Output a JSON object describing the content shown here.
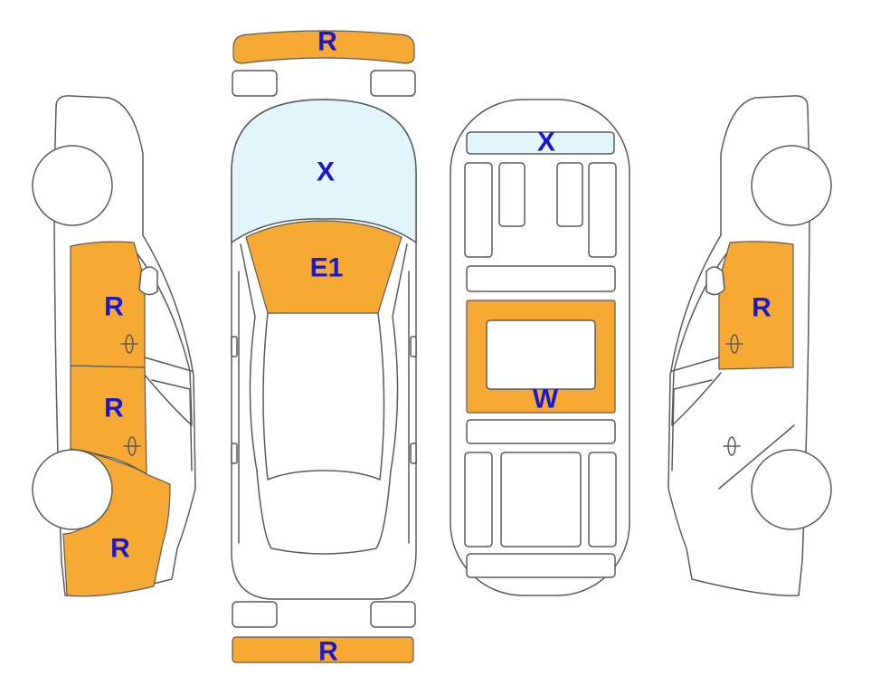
{
  "colors": {
    "damage_fill": "#F6A933",
    "glass_fill": "#E1F5FB",
    "label_color": "#1A1ACC",
    "outline": "#5A5A5A"
  },
  "labels": {
    "front_bumper": "R",
    "windshield": "X",
    "hood": "E1",
    "rear_window": "X",
    "roof": "W",
    "rear_bumper": "R",
    "left_front_door": "R",
    "left_rear_door": "R",
    "left_rear_quarter": "R",
    "right_door": "R"
  }
}
